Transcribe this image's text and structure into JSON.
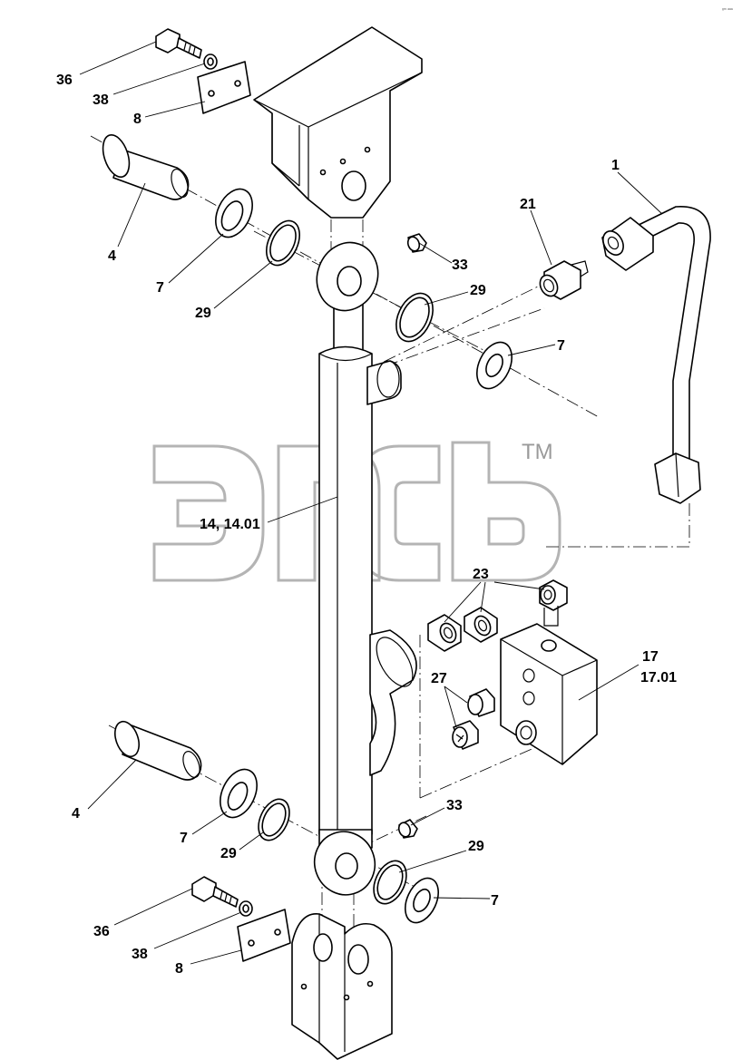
{
  "drawing": {
    "corner_mark": "ᵍᵐ ᵃᵃᵃ",
    "watermark": {
      "tm": "TM"
    },
    "callouts": {
      "c1": "1",
      "c21": "21",
      "c33_top": "33",
      "c29_mid": "29",
      "c7_mid": "7",
      "c36_top": "36",
      "c38_top": "38",
      "c8_top": "8",
      "c4_top": "4",
      "c7_top": "7",
      "c29_top": "29",
      "c14": "14, 14.01",
      "c23": "23",
      "c17": "17",
      "c1701": "17.01",
      "c27": "27",
      "c33_bot": "33",
      "c29_bot_r": "29",
      "c7_bot_r": "7",
      "c4_bot": "4",
      "c7_bot": "7",
      "c29_bot": "29",
      "c36_bot": "36",
      "c38_bot": "38",
      "c8_bot": "8"
    }
  }
}
